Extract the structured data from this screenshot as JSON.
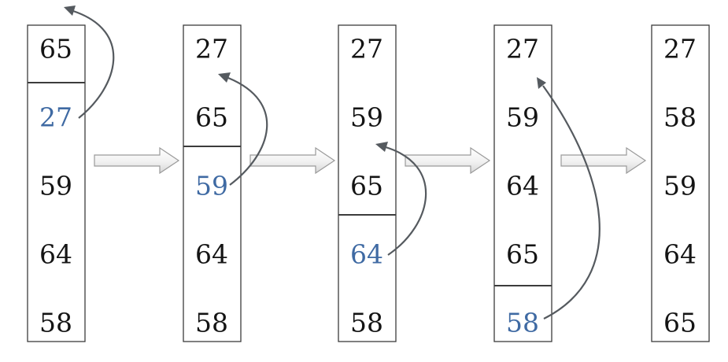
{
  "columns": [
    {
      "values": [
        "65",
        "27",
        "59",
        "64",
        "58"
      ],
      "highlight": 1
    },
    {
      "values": [
        "27",
        "65",
        "59",
        "64",
        "58"
      ],
      "highlight": 2
    },
    {
      "values": [
        "27",
        "59",
        "65",
        "64",
        "58"
      ],
      "highlight": 3
    },
    {
      "values": [
        "27",
        "59",
        "64",
        "65",
        "58"
      ],
      "highlight": 4
    },
    {
      "values": [
        "27",
        "58",
        "59",
        "64",
        "65"
      ],
      "highlight": null
    }
  ],
  "colors": {
    "number": "#141414",
    "highlight": "#3f6aa3",
    "box_border": "#3c3c3c",
    "curve": "#555a5f"
  }
}
